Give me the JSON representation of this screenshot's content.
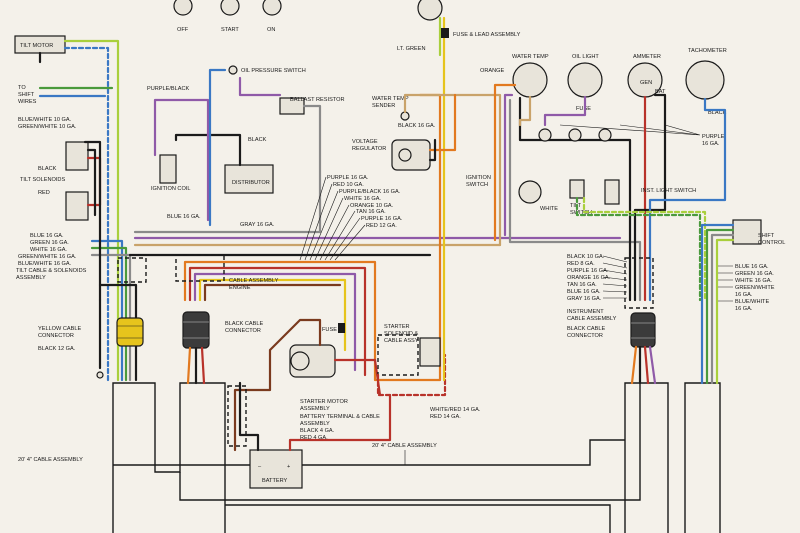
{
  "switch_positions": [
    "OFF",
    "START",
    "ON"
  ],
  "gauges": [
    "WATER TEMP",
    "OIL LIGHT",
    "AMMETER",
    "TACHOMETER"
  ],
  "gauge_terminals": {
    "gen": "GEN",
    "bat": "BAT"
  },
  "components": {
    "tilt_motor": "TILT MOTOR",
    "to_shift_wires": "TO\nSHIFT\nWIRES",
    "tilt_solenoids": "TILT SOLENOIDS",
    "oil_pressure_switch": "OIL PRESSURE SWITCH",
    "ballast_resistor": "BALLAST RESISTOR",
    "ignition_coil": "IGNITION COIL",
    "distributor": "DISTRIBUTOR",
    "fuse_lead": "FUSE & LEAD ASSEMBLY",
    "water_temp_sender": "WATER TEMP\nSENDER",
    "voltage_regulator": "VOLTAGE\nREGULATOR",
    "ignition_switch": "IGNITION\nSWITCH",
    "tilt_switch": "TILT\nSWITCH",
    "inst_light_switch": "INST. LIGHT SWITCH",
    "shift_control": "SHIFT\nCONTROL",
    "fuse_left": "FUSE",
    "fuse_top": "FUSE",
    "tilt_cable": "TILT CABLE & SOLENOIDS\nASSEMBLY",
    "yellow_cable": "YELLOW CABLE\nCONNECTOR",
    "black_cable_engine": "BLACK CABLE\nCONNECTOR",
    "cable_assembly_engine": "CABLE ASSEMBLY\nENGINE",
    "starter_solenoid": "STARTER\nSOLENOID &\nCABLE ASSY",
    "starter_motor": "STARTER MOTOR\nASSEMBLY",
    "battery_terminal": "BATTERY TERMINAL & CABLE\nASSEMBLY",
    "battery": "BATTERY",
    "instrument_cable": "INSTRUMENT\nCABLE ASSEMBLY",
    "black_cable_dash": "BLACK CABLE\nCONNECTOR",
    "cable_20_left": "20' 4\" CABLE ASSEMBLY",
    "cable_20_mid": "20' 4\" CABLE ASSEMBLY"
  },
  "wire_labels": {
    "left_top": [
      "BLUE/WHITE 10 GA.",
      "GREEN/WHITE 10 GA."
    ],
    "tilt_solenoid_wires": [
      "BLACK",
      "RED"
    ],
    "left_bundle": [
      "BLUE 16 GA.",
      "GREEN 16 GA.",
      "WHITE 16 GA.",
      "GREEN/WHITE 16 GA.",
      "BLUE/WHITE 16 GA."
    ],
    "purple_black": "PURPLE/BLACK",
    "black": "BLACK",
    "blue_16": "BLUE 16 GA.",
    "gray_16": "GRAY 16 GA.",
    "lt_green": "LT. GREEN",
    "black_16": "BLACK 16 GA.",
    "engine_fan": [
      "PURPLE 16 GA.",
      "RED 10 GA.",
      "PURPLE/BLACK 16 GA.",
      "WHITE 16 GA.",
      "ORANGE 10 GA.",
      "TAN 16 GA.",
      "PURPLE 16 GA.",
      "RED 12 GA."
    ],
    "black_12": "BLACK 12 GA.",
    "orange": "ORANGE",
    "white": "WHITE",
    "black_dash": "BLACK",
    "purple_16": "PURPLE\n16 GA.",
    "instrument_bundle": [
      "BLACK 10 GA.",
      "RED 8 GA.",
      "PURPLE 16 GA.",
      "ORANGE 16 GA.",
      "TAN 16 GA.",
      "BLUE 16 GA.",
      "GRAY 16 GA."
    ],
    "shift_bundle": [
      "BLUE 16 GA.",
      "GREEN 16 GA.",
      "WHITE 16 GA.",
      "GREEN/WHITE\n16 GA.",
      "BLUE/WHITE\n16 GA."
    ],
    "white_red_14": "WHITE/RED 14 GA.",
    "red_14": "RED 14 GA.",
    "battery_cables": [
      "BLACK 4 GA.",
      "RED 4 GA."
    ]
  },
  "colors": {
    "black": "#1b1b1b",
    "red": "#b8322a",
    "orange": "#e2791f",
    "yellow": "#e6c41c",
    "green": "#4a9a3c",
    "lt_green": "#a9cf3c",
    "blue": "#3a78c4",
    "purple": "#8f5aa8",
    "gray": "#8a8a8a",
    "tan": "#c9a36a",
    "brown": "#7a3a1e",
    "white": "#ffffff"
  }
}
